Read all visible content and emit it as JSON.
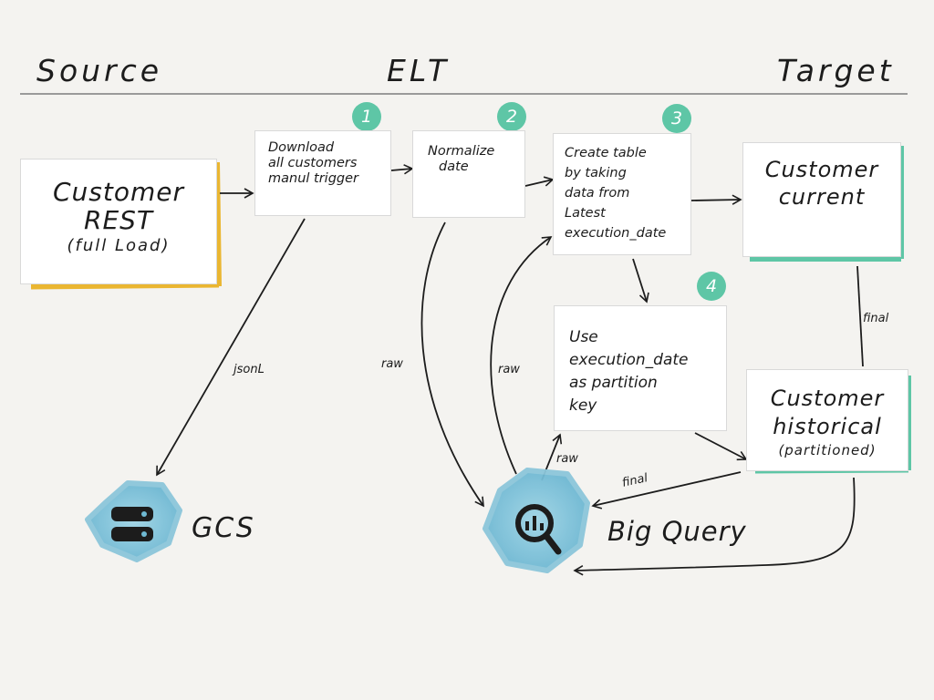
{
  "headers": {
    "source": "Source",
    "elt": "ELT",
    "target": "Target"
  },
  "source_box": {
    "line1": "Customer",
    "line2": "REST",
    "line3": "(full Load)"
  },
  "steps": [
    {
      "num": "1",
      "text": [
        "Download",
        "all customers",
        "manul trigger"
      ]
    },
    {
      "num": "2",
      "text": [
        "Normalize",
        "date"
      ]
    },
    {
      "num": "3",
      "text": [
        "Create table",
        "by taking",
        "data from",
        "Latest",
        "execution_date"
      ]
    },
    {
      "num": "4",
      "text": [
        "Use",
        "execution_date",
        "as partition",
        "key"
      ]
    }
  ],
  "targets": {
    "current": {
      "line1": "Customer",
      "line2": "current"
    },
    "historical": {
      "line1": "Customer",
      "line2": "historical",
      "line3": "(partitioned)"
    }
  },
  "edge_labels": {
    "jsonl": "jsonL",
    "raw": "raw",
    "final": "final"
  },
  "services": {
    "gcs": "GCS",
    "bigquery": "Big Query"
  },
  "colors": {
    "source_accent": "#eab631",
    "target_accent": "#5ec6a6",
    "badge": "#5ec6a6",
    "hex_fill": "#6fb9d3"
  }
}
